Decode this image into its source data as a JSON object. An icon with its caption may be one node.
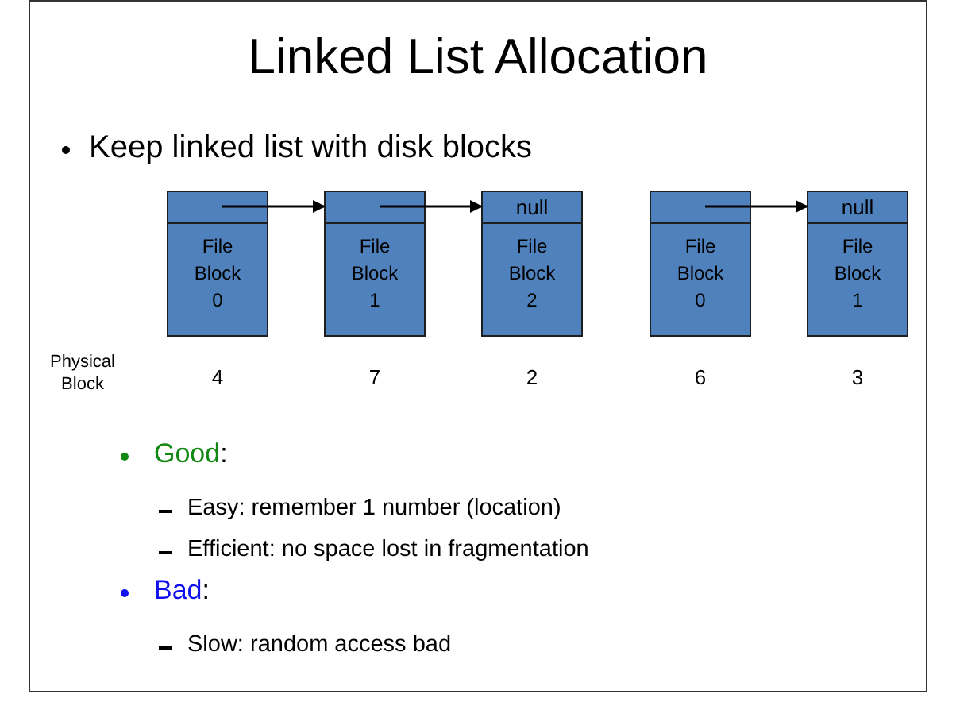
{
  "diagram": {
    "title": "Linked List Allocation",
    "nodes": [
      {
        "text": [
          "File Block 0"
        ],
        "beside": [
          "4"
        ]
      },
      {
        "text": [
          "File Block 1"
        ],
        "beside": [
          "7"
        ]
      },
      {
        "text": [
          "null",
          "File Block 2"
        ],
        "beside": [
          "2"
        ]
      },
      {
        "text": [
          "File Block 0"
        ],
        "beside": [
          "6"
        ]
      },
      {
        "text": [
          "null",
          "File Block 1"
        ],
        "beside": [
          "3"
        ]
      }
    ],
    "edges": [
      {
        "from": 0,
        "to": 1,
        "arrow": "to"
      },
      {
        "from": 1,
        "to": 2,
        "arrow": "to"
      },
      {
        "from": 3,
        "to": 4,
        "arrow": "to"
      }
    ],
    "labels": [
      "Keep linked list with disk blocks",
      "Physical Block",
      "Good:",
      "Easy: remember 1 number (location)",
      "Efficient: no space lost in fragmentation",
      "Bad:",
      "Slow: random access bad"
    ]
  }
}
